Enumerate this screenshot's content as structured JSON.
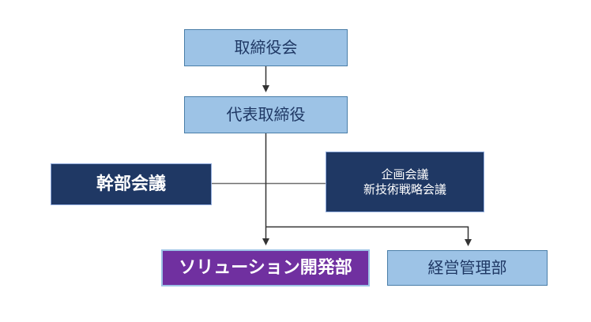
{
  "diagram": {
    "type": "org-chart",
    "nodes": [
      {
        "id": "board",
        "label": "取締役会",
        "style": "light"
      },
      {
        "id": "representative-director",
        "label": "代表取締役",
        "style": "light"
      },
      {
        "id": "executive-meeting",
        "label": "幹部会議",
        "style": "dark"
      },
      {
        "id": "planning-meeting",
        "label_line1": "企画会議",
        "label_line2": "新技術戦略会議",
        "style": "dark"
      },
      {
        "id": "solution-development-dept",
        "label": "ソリューション開発部",
        "style": "purple"
      },
      {
        "id": "management-administration-dept",
        "label": "経営管理部",
        "style": "light"
      }
    ],
    "edges": [
      {
        "from": "取締役会",
        "to": "代表取締役",
        "arrow": true
      },
      {
        "from": "代表取締役",
        "to": "ソリューション開発部",
        "arrow": true
      },
      {
        "from": "代表取締役",
        "to": "経営管理部",
        "arrow": true
      },
      {
        "from": "幹部会議",
        "to": "企画会議・新技術戦略会議",
        "arrow": false
      }
    ],
    "colors": {
      "background": "#FFFFFF",
      "light_box_fill": "#9DC3E6",
      "light_box_border": "#4A7EA8",
      "light_box_text": "#1F3864",
      "dark_box_fill": "#1F3864",
      "dark_box_border": "#8FAADC",
      "dark_box_text": "#FFFFFF",
      "purple_box_fill": "#7030A0",
      "purple_box_border": "#9DC3E6",
      "purple_box_text": "#FFFFFF",
      "connector": "#333333",
      "connector_gray": "#6E6E6E"
    }
  }
}
